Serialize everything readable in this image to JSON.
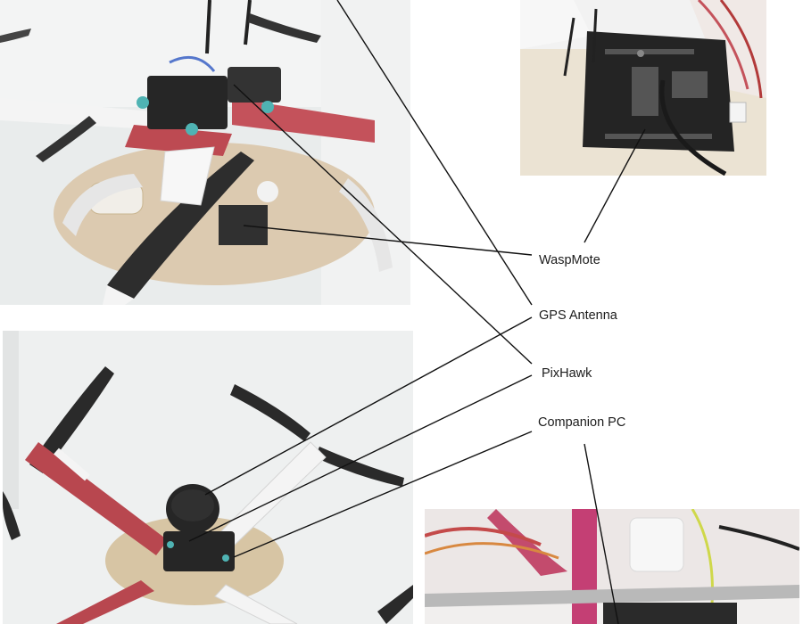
{
  "labels": {
    "waspmote": "WaspMote",
    "gps_antenna": "GPS Antenna",
    "pixhawk": "PixHawk",
    "companion_pc": "Companion PC"
  },
  "colors": {
    "background": "#ffffff",
    "leader_line": "#111111",
    "label_text": "#1c1c1c",
    "frame_red": "#b8474f",
    "frame_white": "#f2f2f2",
    "propeller": "#2b2b2b",
    "plywood": "#d9c7a6",
    "board": "#2a2a2a",
    "wall": "#eef0f0"
  }
}
